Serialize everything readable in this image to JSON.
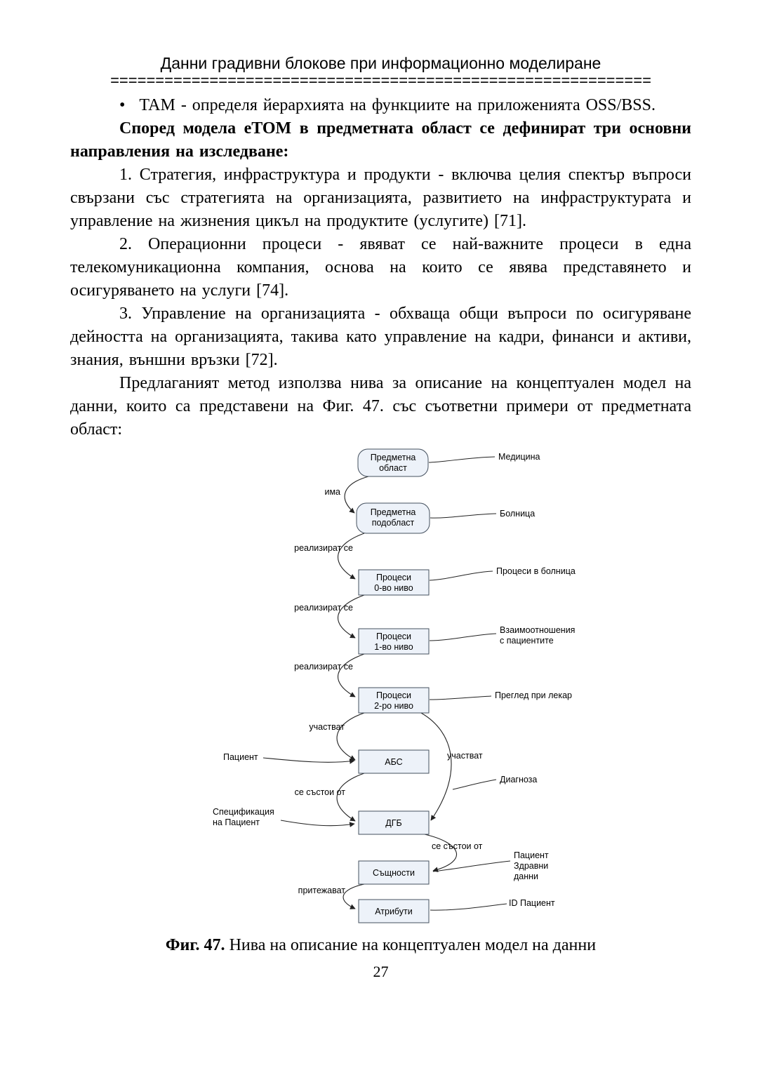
{
  "header": {
    "title": "Данни градивни блокове при информационно моделиране",
    "separator": "============================================================"
  },
  "paragraphs": {
    "bullet": "•",
    "p1": "TAM - определя йерархията на функциите на приложенията OSS/BSS.",
    "p2": "Според модела eTOM в предметната област се дефинират три основни направления на изследване:",
    "p3": "1. Стратегия, инфраструктура и продукти - включва целия спектър въпроси свързани със стратегията на организацията, развитието на инфраструктурата и управление на жизнения цикъл на продуктите (услугите) [71].",
    "p4": "2. Операционни процеси - явяват се най-важните процеси в една телекомуникационна компания, основа на които се явява представянето и осигуряването на услуги [74].",
    "p5": "3. Управление на организацията - обхваща общи въпроси по осигуряване дейността на организацията, такива като управление на кадри, финанси и активи, знания, външни връзки [72].",
    "p6": "Предлаганият метод използва нива за описание на концептуален модел на данни, които са представени на Фиг. 47. със съответни примери от предметната област:"
  },
  "figure": {
    "nodes": {
      "n1": [
        "Предметна",
        "област"
      ],
      "n2": [
        "Предметна",
        "подобласт"
      ],
      "n3": [
        "Процеси",
        "0-во ниво"
      ],
      "n4": [
        "Процеси",
        "1-во ниво"
      ],
      "n5": [
        "Процеси",
        "2-ро ниво"
      ],
      "n6": "АБС",
      "n7": "ДГБ",
      "n8": "Същности",
      "n9": "Атрибути"
    },
    "edge_labels": {
      "ima": "има",
      "realizirat": "реализират се",
      "uchastvat": "участват",
      "se_sastoi": "се състои от",
      "pritezhavat": "притежават"
    },
    "examples": {
      "medicina": "Медицина",
      "bolnica": "Болница",
      "procesi_bolnica": "Процеси в болница",
      "vzaimo1": "Взаимоотношения",
      "vzaimo2": "с пациентите",
      "pregled": "Преглед при лекар",
      "pacient_left": "Пациент",
      "diagnoza": "Диагноза",
      "spec1": "Спецификация",
      "spec2": "на Пациент",
      "pz1": "Пациент",
      "pz2": "Здравни",
      "pz3": "данни",
      "id_pacient": "ID Пациент"
    },
    "caption_label": "Фиг. 47.",
    "caption_text": "Нива на описание на концептуален модел на данни"
  },
  "footer": {
    "page_number": "27"
  }
}
